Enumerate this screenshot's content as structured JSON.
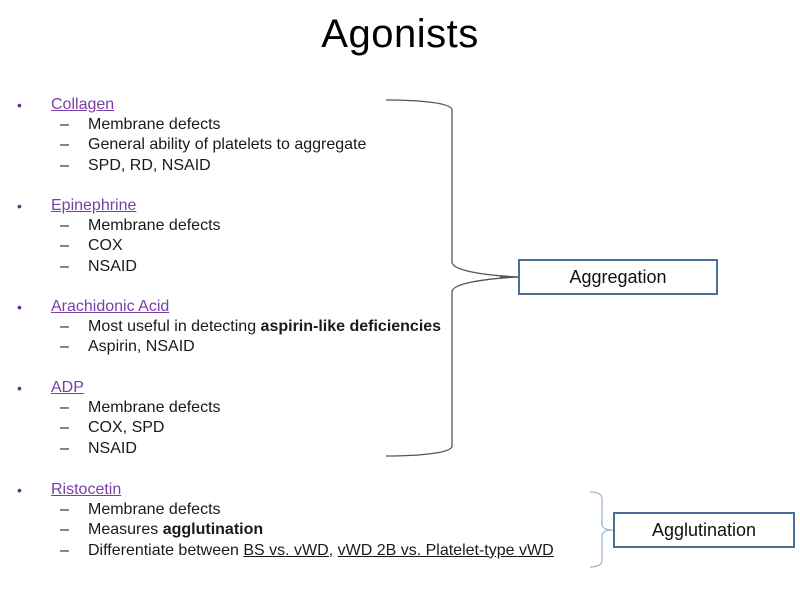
{
  "slide": {
    "title": "Agonists",
    "bullet_glyph": "•",
    "dash_glyph": "–"
  },
  "agonists": [
    {
      "name": "Collagen",
      "items": [
        {
          "text": "Membrane defects"
        },
        {
          "text": "General ability of platelets to aggregate"
        },
        {
          "text": "SPD, RD, NSAID"
        }
      ]
    },
    {
      "name": "Epinephrine",
      "items": [
        {
          "text": "Membrane defects"
        },
        {
          "text": "COX"
        },
        {
          "text": "NSAID"
        }
      ]
    },
    {
      "name": "Arachidonic Acid",
      "items": [
        {
          "prefix": "Most useful in detecting ",
          "bold": "aspirin-like deficiencies"
        },
        {
          "text": "Aspirin, NSAID"
        }
      ]
    },
    {
      "name": "ADP",
      "items": [
        {
          "text": "Membrane defects"
        },
        {
          "text": "COX, SPD"
        },
        {
          "text": "NSAID"
        }
      ]
    },
    {
      "name": "Ristocetin",
      "items": [
        {
          "text": "Membrane defects"
        },
        {
          "prefix": "Measures ",
          "bold": "agglutination"
        },
        {
          "prefix": "Differentiate between ",
          "underline1": "BS vs. vWD,",
          "sep": " ",
          "underline2": "vWD 2B vs. Platelet-type vWD"
        }
      ]
    }
  ],
  "groups": {
    "aggregation": {
      "label": "Aggregation",
      "bracket_color": "#555555"
    },
    "agglutination": {
      "label": "Agglutination",
      "bracket_color": "#9bb6cf"
    }
  },
  "colors": {
    "agonist_link": "#7a3fa6",
    "box_border": "#4a6f96"
  }
}
